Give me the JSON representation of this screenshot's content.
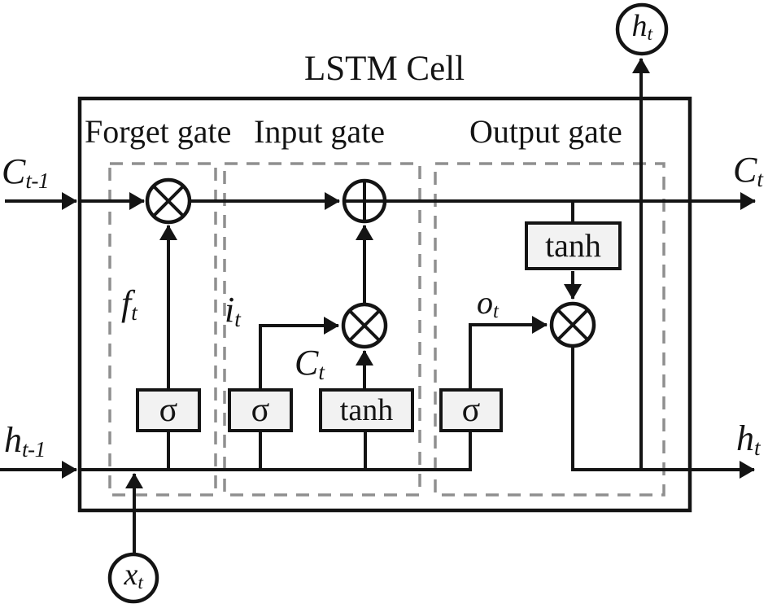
{
  "diagram": {
    "title": "LSTM Cell",
    "gates": {
      "forget": "Forget gate",
      "input": "Input gate",
      "output": "Output gate"
    },
    "ops": {
      "sigma_forget": "σ",
      "sigma_input": "σ",
      "sigma_output": "σ",
      "tanh_input": "tanh",
      "tanh_output": "tanh"
    },
    "labels": {
      "cell_state_in": {
        "base": "C",
        "sub": "t-1"
      },
      "cell_state_out": {
        "base": "C",
        "sub": "t"
      },
      "hidden_in": {
        "base": "h",
        "sub": "t-1"
      },
      "hidden_out": {
        "base": "h",
        "sub": "t"
      },
      "hidden_top": {
        "base": "h",
        "sub": "t"
      },
      "input_x": {
        "base": "x",
        "sub": "t"
      },
      "forget_signal": {
        "base": "f",
        "sub": "t"
      },
      "input_signal": {
        "base": "i",
        "sub": "t"
      },
      "candidate_cell": {
        "base": "C",
        "sub": "t"
      },
      "output_signal": {
        "base": "o",
        "sub": "t"
      }
    },
    "colors": {
      "line": "#141414",
      "dashed_border": "#8f8f8f",
      "op_box_fill": "#f2f2f2",
      "background": "#ffffff"
    }
  }
}
